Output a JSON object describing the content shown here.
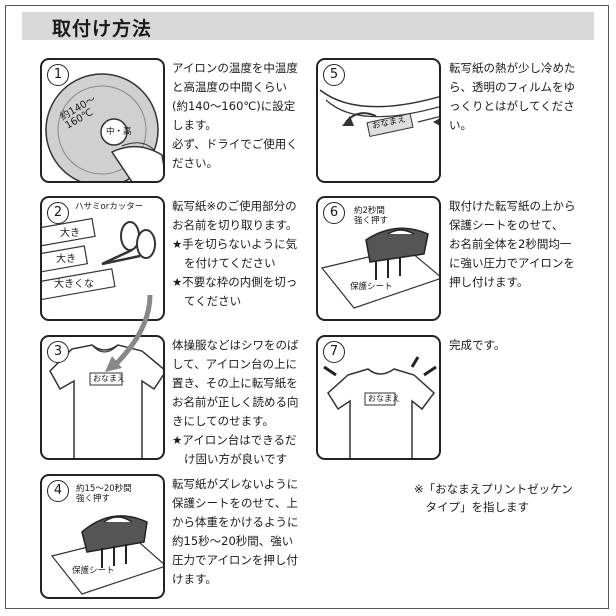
{
  "title": "取付け方法",
  "steps": [
    {
      "num": "1",
      "dial_temp": "約140〜160℃",
      "dial_mark": "中・高",
      "text": [
        "アイロンの温度を中温度",
        "と高温度の中間くらい",
        "(約140〜160℃)に設定",
        "します。",
        "必ず、ドライでご使用く",
        "ださい。"
      ]
    },
    {
      "num": "2",
      "tool_label": "ハサミorカッター",
      "labels": [
        "大き",
        "大き",
        "大きくな"
      ],
      "text": [
        "転写紙※のご使用部分の",
        "お名前を切り取ります。"
      ],
      "bullets": [
        [
          "★手を切らないように気",
          "を付けてください"
        ],
        [
          "★不要な枠の内側を切っ",
          "てください"
        ]
      ]
    },
    {
      "num": "3",
      "name_tag": "おなまえ",
      "text": [
        "体操服などはシワをのば",
        "して、アイロン台の上に",
        "置き、その上に転写紙を",
        "お名前が正しく読める向",
        "きにしてのせます。"
      ],
      "bullets": [
        [
          "★アイロン台はできるだ",
          "け固い方が良いです"
        ]
      ]
    },
    {
      "num": "4",
      "time_label": [
        "約15〜20秒間",
        "強く押す"
      ],
      "sheet_label": "保護シート",
      "text": [
        "転写紙がズレないように",
        "保護シートをのせて、上",
        "から体重をかけるように",
        "約15秒〜20秒間、強い",
        "圧力でアイロンを押し付",
        "けます。"
      ]
    },
    {
      "num": "5",
      "peel_label": "おなまえ",
      "text": [
        "転写紙の熱が少し冷めた",
        "ら、透明のフィルムをゆ",
        "っくりとはがしてくださ",
        "い。"
      ]
    },
    {
      "num": "6",
      "time_label": [
        "約2秒間",
        "強く押す"
      ],
      "sheet_label": "保護シート",
      "text": [
        "取付けた転写紙の上から",
        "保護シートをのせて、",
        "お名前全体を2秒間均一",
        "に強い圧力でアイロンを",
        "押し付けます。"
      ]
    },
    {
      "num": "7",
      "name_tag": "おなまえ",
      "text": [
        "完成です。"
      ]
    }
  ],
  "note": [
    "※「おなまえプリントゼッケン",
    "　タイプ」を指します"
  ]
}
